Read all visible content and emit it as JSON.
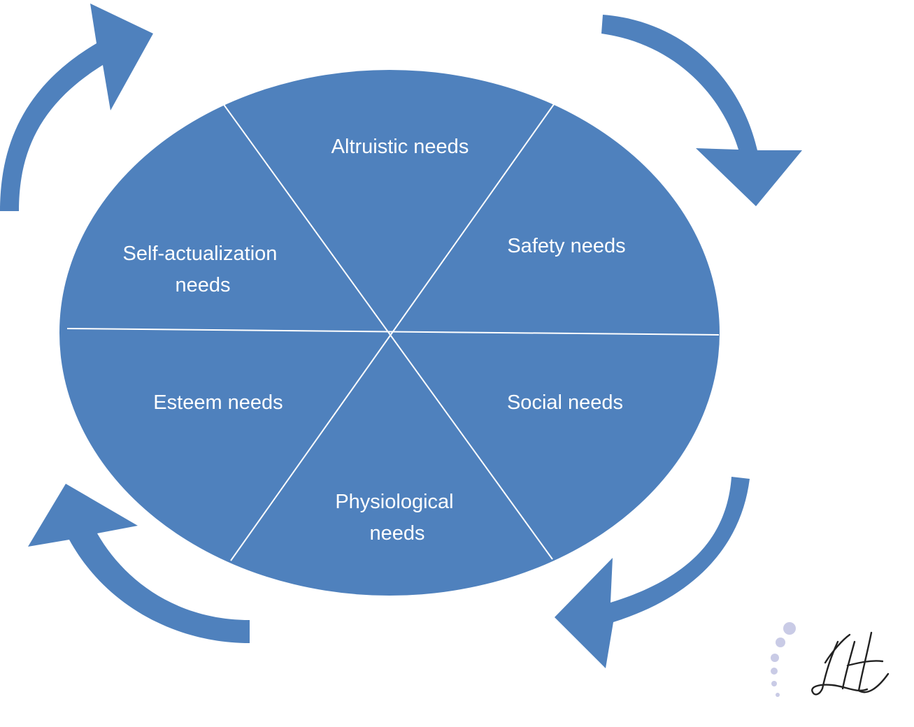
{
  "diagram": {
    "type": "needs-cycle-wheel",
    "fill_color": "#4f81bd",
    "divider_color": "#ffffff",
    "segments": [
      {
        "id": "altruistic",
        "lines": [
          "Altruistic needs"
        ]
      },
      {
        "id": "safety",
        "lines": [
          "Safety needs"
        ]
      },
      {
        "id": "social",
        "lines": [
          "Social needs"
        ]
      },
      {
        "id": "physiological",
        "lines": [
          "Physiological",
          "needs"
        ]
      },
      {
        "id": "esteem",
        "lines": [
          "Esteem needs"
        ]
      },
      {
        "id": "self-actualization",
        "lines": [
          "Self-actualization",
          "needs"
        ]
      }
    ],
    "cycle_arrows": [
      {
        "id": "top-left",
        "direction": "clockwise"
      },
      {
        "id": "top-right",
        "direction": "clockwise"
      },
      {
        "id": "bottom-right",
        "direction": "clockwise"
      },
      {
        "id": "bottom-left",
        "direction": "clockwise"
      }
    ]
  },
  "logo": {
    "monogram_text": "LH",
    "dot_color": "#c9cbe6",
    "ink_color": "#222222"
  }
}
